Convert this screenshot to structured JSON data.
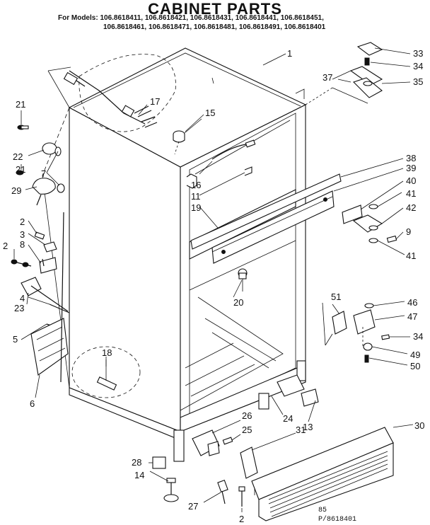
{
  "title": "CABINET PARTS",
  "models_line1": "For Models: 106.8618411, 106.8618421, 106.8618431, 106.8618441, 106.8618451,",
  "models_line2": "106.8618461, 106.8618471, 106.8618481, 106.8618491, 106.8618401",
  "callouts": {
    "c1": "1",
    "c2a": "2",
    "c2b": "2",
    "c2c": "2",
    "c3": "3",
    "c4": "4",
    "c5": "5",
    "c6": "6",
    "c7": "7",
    "c8": "8",
    "c9": "9",
    "c11": "11",
    "c13": "13",
    "c14": "14",
    "c15": "15",
    "c16": "16",
    "c17": "17",
    "c18": "18",
    "c19": "19",
    "c20": "20",
    "c21a": "21",
    "c21b": "21",
    "c22": "22",
    "c23": "23",
    "c24": "24",
    "c25": "25",
    "c26": "26",
    "c27": "27",
    "c28": "28",
    "c29": "29",
    "c30": "30",
    "c31": "31",
    "c33": "33",
    "c34a": "34",
    "c34b": "34",
    "c35": "35",
    "c37": "37",
    "c38": "38",
    "c39": "39",
    "c40": "40",
    "c41a": "41",
    "c41b": "41",
    "c42": "42",
    "c46": "46",
    "c47": "47",
    "c49": "49",
    "c50": "50",
    "c51": "51"
  },
  "footer_code1": "85",
  "footer_code2": "P/8618401"
}
